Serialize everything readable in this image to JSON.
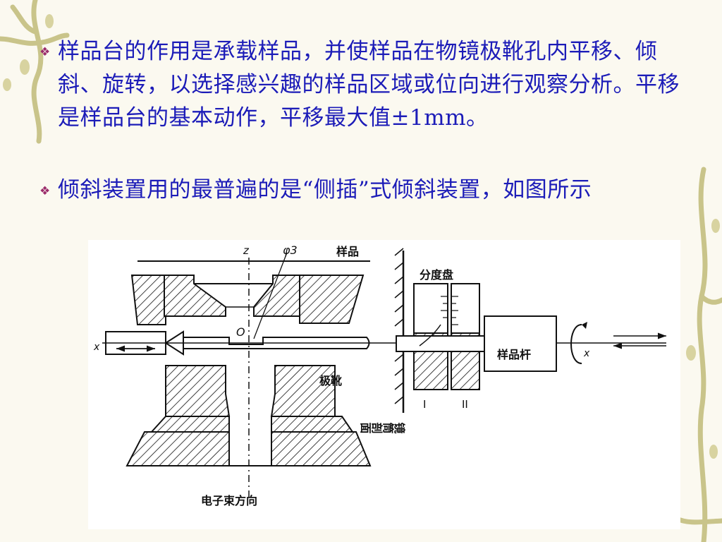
{
  "slide": {
    "bullet_glyph": "❖",
    "paragraphs": [
      "样品台的作用是承载样品，并使样品在物镜极靴孔内平移、倾斜、旋转，以选择感兴趣的样品区域或位向进行观察分析。平移是样品台的基本动作，平移最大值±1mm。",
      " 倾斜装置用的最普遍的是“侧插”式倾斜装置，如图所示"
    ]
  },
  "figure": {
    "labels": {
      "z_axis": "z",
      "phi": "φ3",
      "sample": "样品",
      "dial": "分度盘",
      "origin": "O",
      "x_left": "x",
      "rod": "样品杆",
      "x_right": "x",
      "pole_piece": "极靴",
      "roman_1": "I",
      "roman_2": "II",
      "tube_section": "镜筒剖面",
      "beam_direction": "电子束方向"
    }
  },
  "colors": {
    "text": "#1c1cb8",
    "bullet": "#9b2c6b",
    "vine": "#c9c48a",
    "background": "#fbf9f0"
  }
}
